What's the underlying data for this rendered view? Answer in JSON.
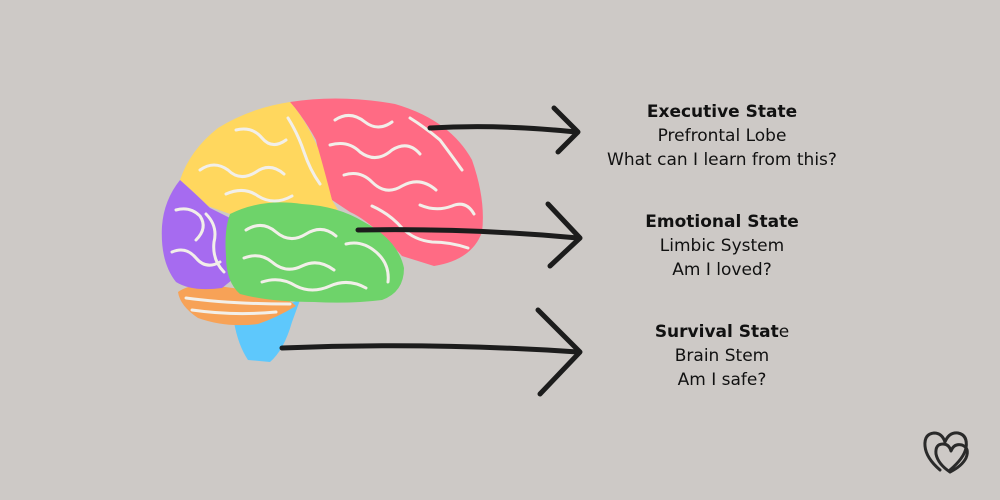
{
  "brain": {
    "colors": {
      "frontal": "#ff6b84",
      "parietal": "#ffd75e",
      "occipital": "#a66bf0",
      "limbic": "#6ed36a",
      "cerebellum": "#f7a257",
      "brain_stem": "#5ec8fc",
      "fold_line": "#f2efe9",
      "arrow": "#1c1c1c"
    },
    "background": "#cdc9c6"
  },
  "states": [
    {
      "title_bold": "Executive State",
      "title_normal": "",
      "line1": "Prefrontal Lobe",
      "line2": "What can I learn from this?"
    },
    {
      "title_bold": "Emotional State",
      "title_normal": "",
      "line1": "Limbic System",
      "line2": "Am I loved?"
    },
    {
      "title_bold": "Survival Stat",
      "title_normal": "e",
      "line1": "Brain Stem",
      "line2": "Am I safe?"
    }
  ],
  "logo": {
    "icon": "double-heart-icon"
  }
}
